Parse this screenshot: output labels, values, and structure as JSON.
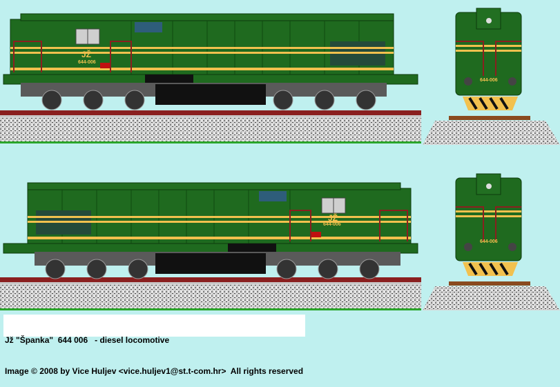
{
  "caption": {
    "line1": "Jž \"Španka\"  644 006   - diesel locomotive",
    "line2": "Image © 2008 by Vice Huljev <vice.huljev1@st.t-com.hr>  All rights reserved"
  },
  "livery": {
    "emblem": "JŽ",
    "number": "644-006"
  },
  "colors": {
    "background": "#bff0ef",
    "body_green": "#1f6a1f",
    "stripe_yellow": "#f2c14e",
    "frame_gray": "#555555",
    "rail_red": "#8a1f1f",
    "ground_green": "#2aa52a"
  }
}
